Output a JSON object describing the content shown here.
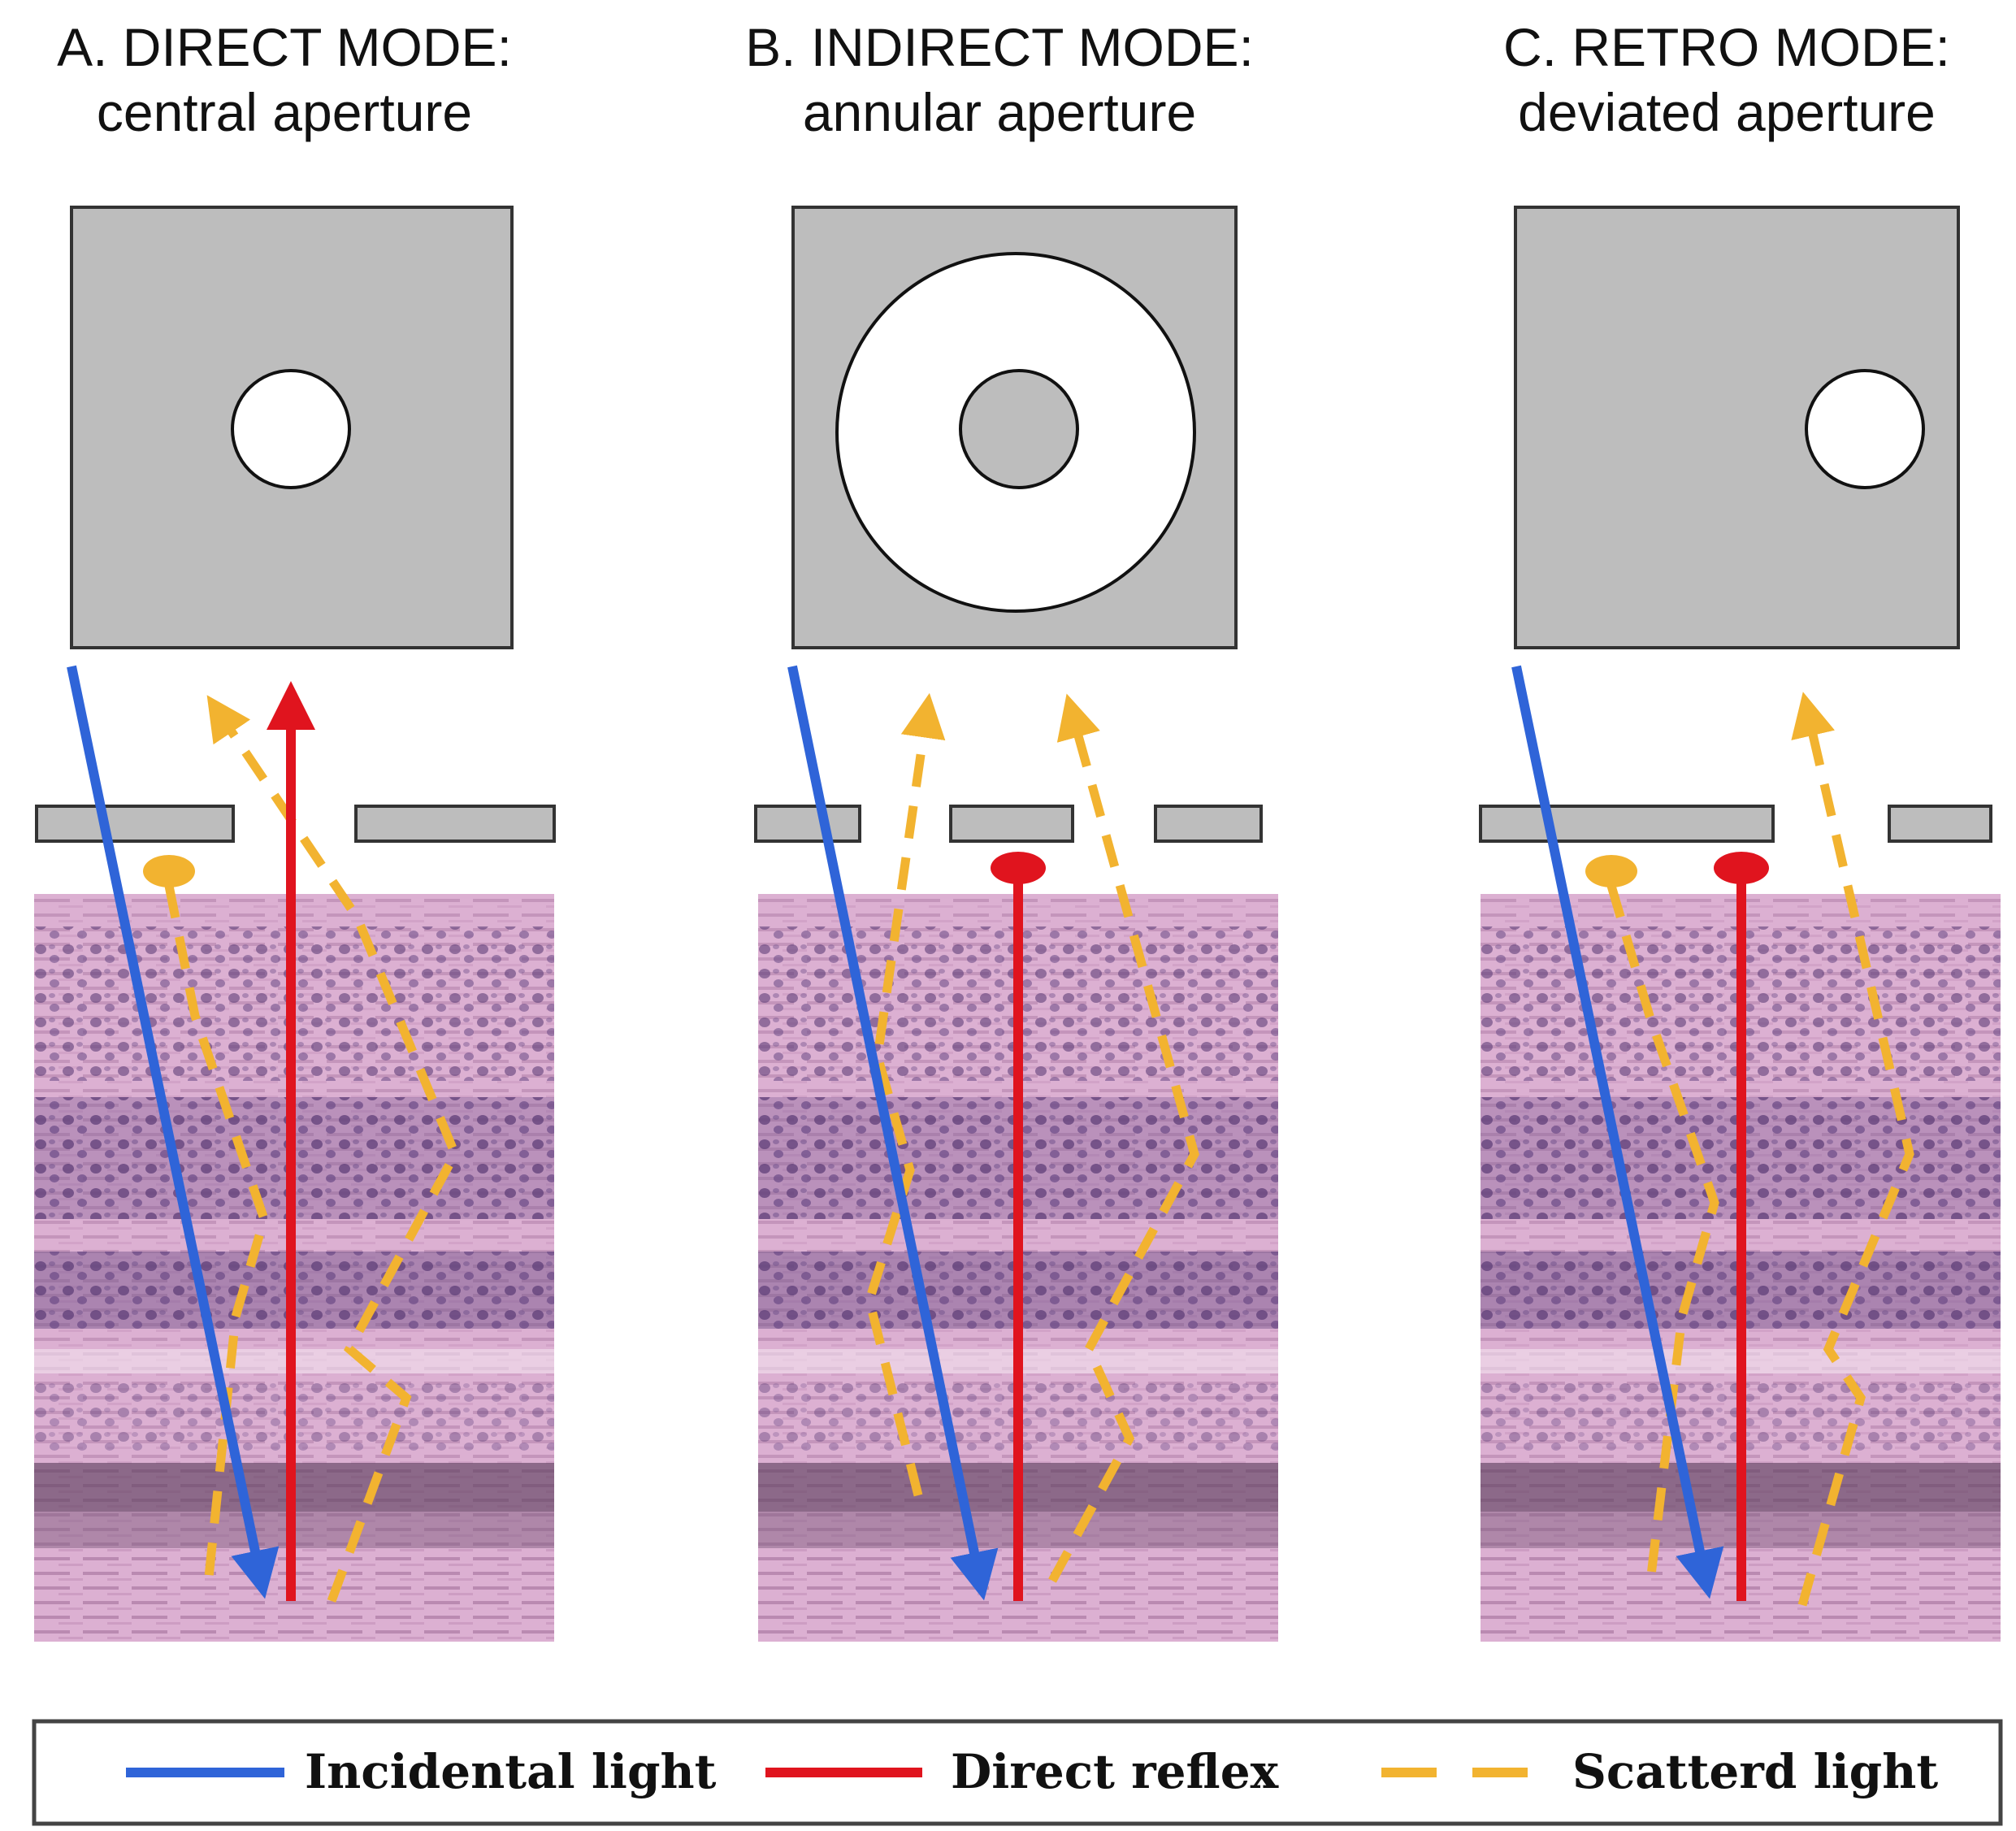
{
  "panels": [
    {
      "id": "A",
      "title_line1": "A.  DIRECT MODE:",
      "title_line2": "central aperture",
      "aperture": "central"
    },
    {
      "id": "B",
      "title_line1": "B. INDIRECT MODE:",
      "title_line2": "annular aperture",
      "aperture": "annular"
    },
    {
      "id": "C",
      "title_line1": "C.  RETRO MODE:",
      "title_line2": "deviated aperture",
      "aperture": "deviated"
    }
  ],
  "legend": {
    "incidental": "Incidental light",
    "direct": "Direct reflex",
    "scattered": "Scatterd light"
  },
  "colors": {
    "incidental": "#2f64d8",
    "direct": "#e0141e",
    "scattered": "#f2b330",
    "aperture_fill": "#bdbdbd",
    "tissue_base": "#d9a9cf",
    "tissue_dark": "#6e4a86"
  }
}
